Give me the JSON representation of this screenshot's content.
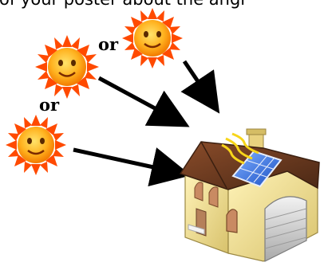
{
  "caption": "of your poster about the angl",
  "labels": {
    "or_top": "or",
    "or_left": "or"
  },
  "illustration": {
    "sun_color": "#f7a11a",
    "sun_ray_color": "#ff3b00",
    "arrow_color": "#000000",
    "house_wall_color": "#f2e59a",
    "house_roof_color": "#6b3a20",
    "panel_color": "#2c6fe0",
    "garage_color": "#d9d9d9"
  }
}
